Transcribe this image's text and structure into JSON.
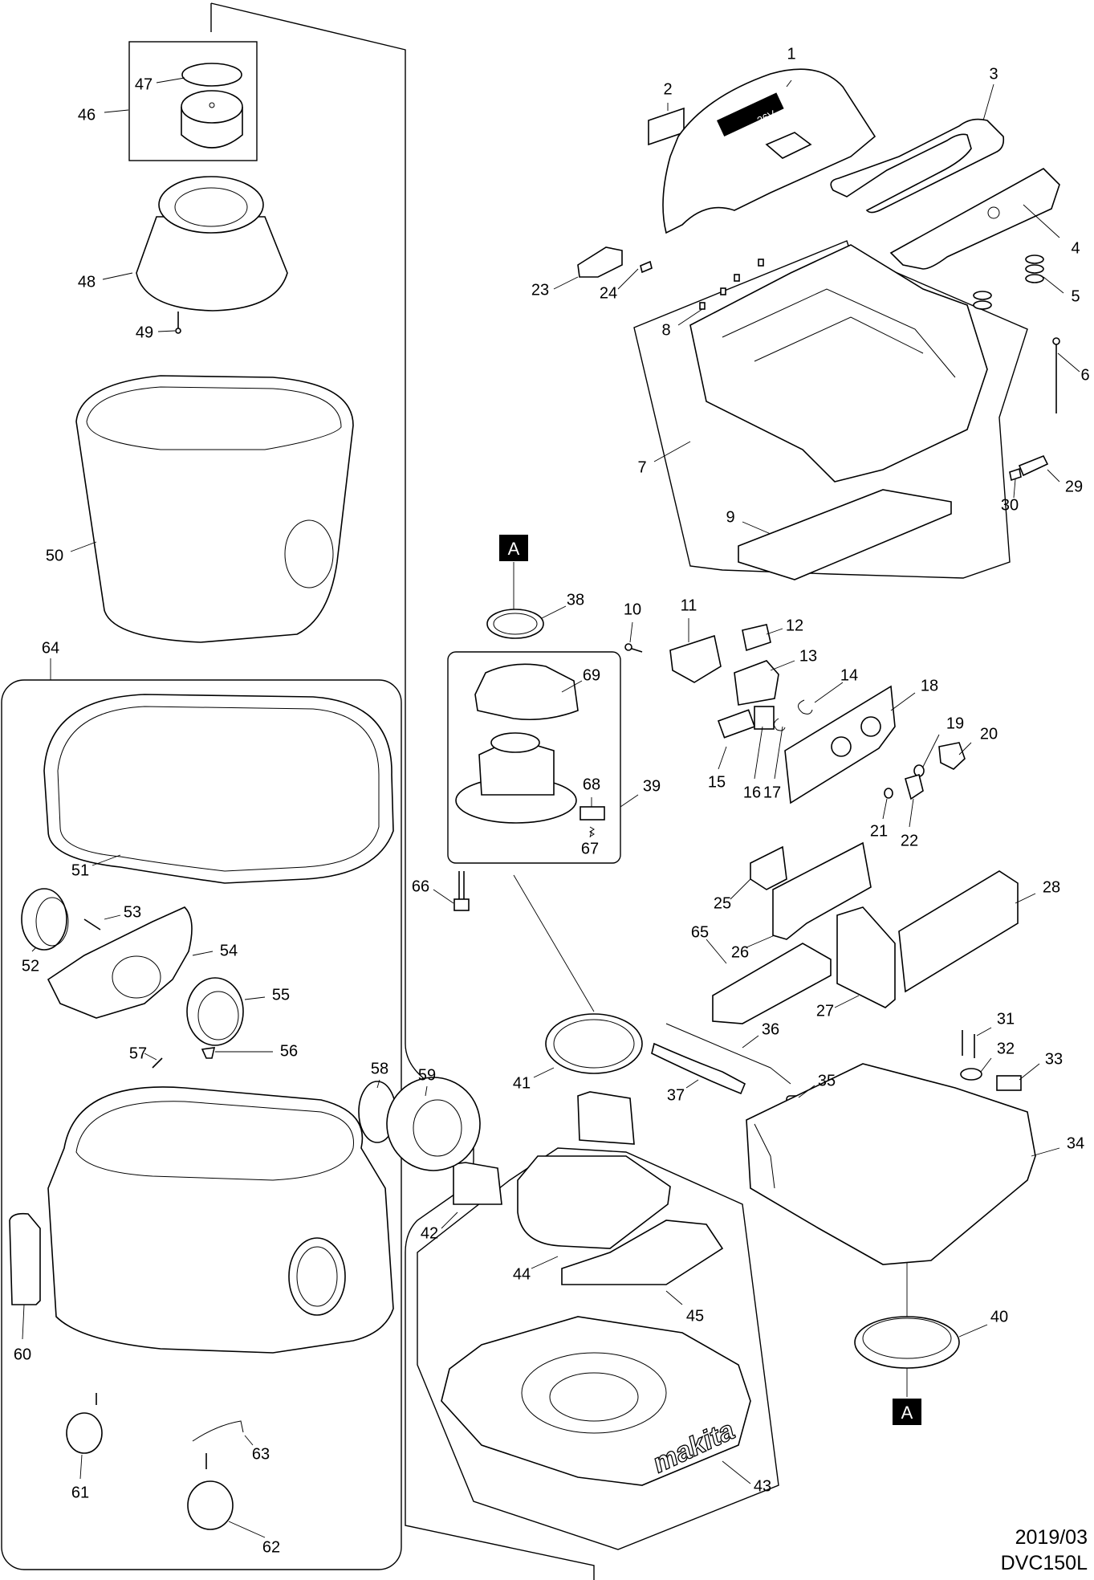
{
  "diagram": {
    "type": "exploded-parts-diagram",
    "date": "2019/03",
    "model": "DVC150L",
    "section_marker": "A",
    "badge_text": "36V",
    "brand_logo": "makita",
    "parts": [
      {
        "id": "1",
        "label": "1"
      },
      {
        "id": "2",
        "label": "2"
      },
      {
        "id": "3",
        "label": "3"
      },
      {
        "id": "4",
        "label": "4"
      },
      {
        "id": "5",
        "label": "5"
      },
      {
        "id": "6",
        "label": "6"
      },
      {
        "id": "7",
        "label": "7"
      },
      {
        "id": "8",
        "label": "8"
      },
      {
        "id": "9",
        "label": "9"
      },
      {
        "id": "10",
        "label": "10"
      },
      {
        "id": "11",
        "label": "11"
      },
      {
        "id": "12",
        "label": "12"
      },
      {
        "id": "13",
        "label": "13"
      },
      {
        "id": "14",
        "label": "14"
      },
      {
        "id": "15",
        "label": "15"
      },
      {
        "id": "16",
        "label": "16"
      },
      {
        "id": "17",
        "label": "17"
      },
      {
        "id": "18",
        "label": "18"
      },
      {
        "id": "19",
        "label": "19"
      },
      {
        "id": "20",
        "label": "20"
      },
      {
        "id": "21",
        "label": "21"
      },
      {
        "id": "22",
        "label": "22"
      },
      {
        "id": "23",
        "label": "23"
      },
      {
        "id": "24",
        "label": "24"
      },
      {
        "id": "25",
        "label": "25"
      },
      {
        "id": "26",
        "label": "26"
      },
      {
        "id": "27",
        "label": "27"
      },
      {
        "id": "28",
        "label": "28"
      },
      {
        "id": "29",
        "label": "29"
      },
      {
        "id": "30",
        "label": "30"
      },
      {
        "id": "31",
        "label": "31"
      },
      {
        "id": "32",
        "label": "32"
      },
      {
        "id": "33",
        "label": "33"
      },
      {
        "id": "34",
        "label": "34"
      },
      {
        "id": "35",
        "label": "35"
      },
      {
        "id": "36",
        "label": "36"
      },
      {
        "id": "37",
        "label": "37"
      },
      {
        "id": "38",
        "label": "38"
      },
      {
        "id": "39",
        "label": "39"
      },
      {
        "id": "40",
        "label": "40"
      },
      {
        "id": "41",
        "label": "41"
      },
      {
        "id": "42",
        "label": "42"
      },
      {
        "id": "43",
        "label": "43"
      },
      {
        "id": "44",
        "label": "44"
      },
      {
        "id": "45",
        "label": "45"
      },
      {
        "id": "46",
        "label": "46"
      },
      {
        "id": "47",
        "label": "47"
      },
      {
        "id": "48",
        "label": "48"
      },
      {
        "id": "49",
        "label": "49"
      },
      {
        "id": "50",
        "label": "50"
      },
      {
        "id": "51",
        "label": "51"
      },
      {
        "id": "52",
        "label": "52"
      },
      {
        "id": "53",
        "label": "53"
      },
      {
        "id": "54",
        "label": "54"
      },
      {
        "id": "55",
        "label": "55"
      },
      {
        "id": "56",
        "label": "56"
      },
      {
        "id": "57",
        "label": "57"
      },
      {
        "id": "58",
        "label": "58"
      },
      {
        "id": "59",
        "label": "59"
      },
      {
        "id": "60",
        "label": "60"
      },
      {
        "id": "61",
        "label": "61"
      },
      {
        "id": "62",
        "label": "62"
      },
      {
        "id": "63",
        "label": "63"
      },
      {
        "id": "64",
        "label": "64"
      },
      {
        "id": "65",
        "label": "65"
      },
      {
        "id": "66",
        "label": "66"
      },
      {
        "id": "67",
        "label": "67"
      },
      {
        "id": "68",
        "label": "68"
      },
      {
        "id": "69",
        "label": "69"
      }
    ]
  }
}
